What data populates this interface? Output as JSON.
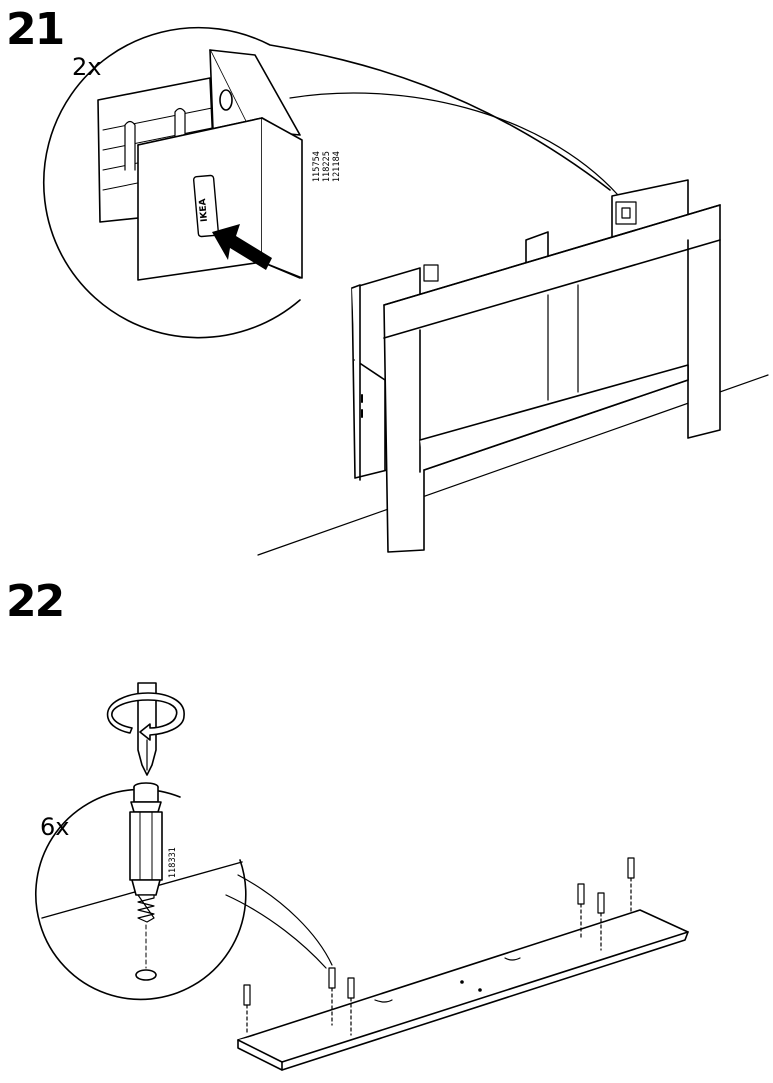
{
  "steps": [
    {
      "number": "21",
      "quantity": "2x",
      "part_numbers": [
        "115754",
        "118225",
        "121184"
      ],
      "label_text": "IKEA"
    },
    {
      "number": "22",
      "quantity": "6x",
      "part_numbers": [
        "118331"
      ]
    }
  ],
  "icons": {
    "push_arrow": "arrow-icon",
    "screwdriver": "screwdriver-icon",
    "rotation": "rotate-clockwise-icon"
  },
  "colors": {
    "ink": "#000000",
    "paper": "#ffffff"
  }
}
